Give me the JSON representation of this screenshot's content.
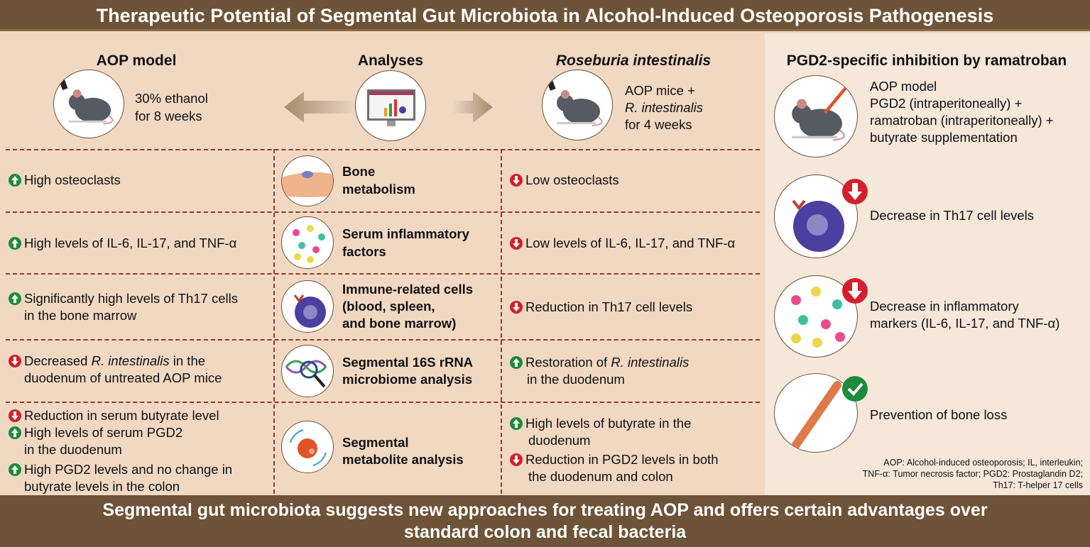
{
  "title": "Therapeutic Potential of Segmental Gut Microbiota in Alcohol-Induced Osteoporosis Pathogenesis",
  "headers": {
    "aop": "AOP model",
    "analyses": "Analyses",
    "roseburia": "Roseburia intestinalis",
    "pgd2": "PGD2-specific inhibition by ramatroban"
  },
  "aop_model": {
    "line1": "30% ethanol",
    "line2": "for 8 weeks"
  },
  "ri_model": {
    "line1": "AOP mice +",
    "line2": "R. intestinalis",
    "line3": "for 4 weeks"
  },
  "rows": [
    {
      "left": [
        "High osteoclasts"
      ],
      "analysis": [
        "Bone",
        "metabolism"
      ],
      "right": [
        "Low osteoclasts"
      ]
    },
    {
      "left": [
        "High levels of IL-6, IL-17, and TNF-α"
      ],
      "analysis": [
        "Serum inflammatory",
        "factors"
      ],
      "right": [
        "Low levels of IL-6, IL-17, and TNF-α"
      ]
    },
    {
      "left": [
        "Significantly high levels of Th17 cells",
        "in the bone marrow"
      ],
      "analysis": [
        "Immune-related cells",
        "(blood, spleen,",
        "and bone marrow)"
      ],
      "right": [
        "Reduction in Th17 cell levels"
      ]
    },
    {
      "left_a": "Decreased ",
      "left_i": "R. intestinalis",
      "left_b": " in the",
      "left2": "duodenum of untreated AOP mice",
      "analysis": [
        "Segmental 16S rRNA",
        "microbiome analysis"
      ],
      "right_a": "Restoration of ",
      "right_i": "R. intestinalis",
      "right2": "in the duodenum"
    },
    {
      "left": [
        "Reduction in serum butyrate level",
        "High levels of serum PGD2",
        "in the duodenum",
        "High PGD2 levels and no change in",
        "butyrate levels in the colon"
      ],
      "analysis": [
        "Segmental",
        "metabolite analysis"
      ],
      "right": [
        "High levels of butyrate in the",
        "duodenum",
        "Reduction in PGD2 levels in both",
        "the duodenum and colon"
      ]
    }
  ],
  "pgd2": {
    "model": [
      "AOP model",
      "PGD2 (intraperitoneally) +",
      "ramatroban (intraperitoneally) +",
      "butyrate supplementation"
    ],
    "th17": "Decrease in Th17 cell levels",
    "inflam": [
      "Decrease in inflammatory",
      "markers (IL-6, IL-17, and TNF-α)"
    ],
    "bone": "Prevention of bone loss"
  },
  "footnote": [
    "AOP: Alcohol-induced osteoporosis; IL, interleukin;",
    "TNF-α: Tumor necrosis factor; PGD2: Prostaglandin D2;",
    "Th17: T-helper 17 cells"
  ],
  "conclusion": [
    "Segmental gut microbiota suggests new approaches for treating AOP and offers certain advantages over",
    "standard colon and fecal bacteria"
  ],
  "colors": {
    "brown": "#6d5337",
    "up": "#1d8a3c",
    "down": "#d3202c",
    "dash": "#8f3b2a"
  }
}
